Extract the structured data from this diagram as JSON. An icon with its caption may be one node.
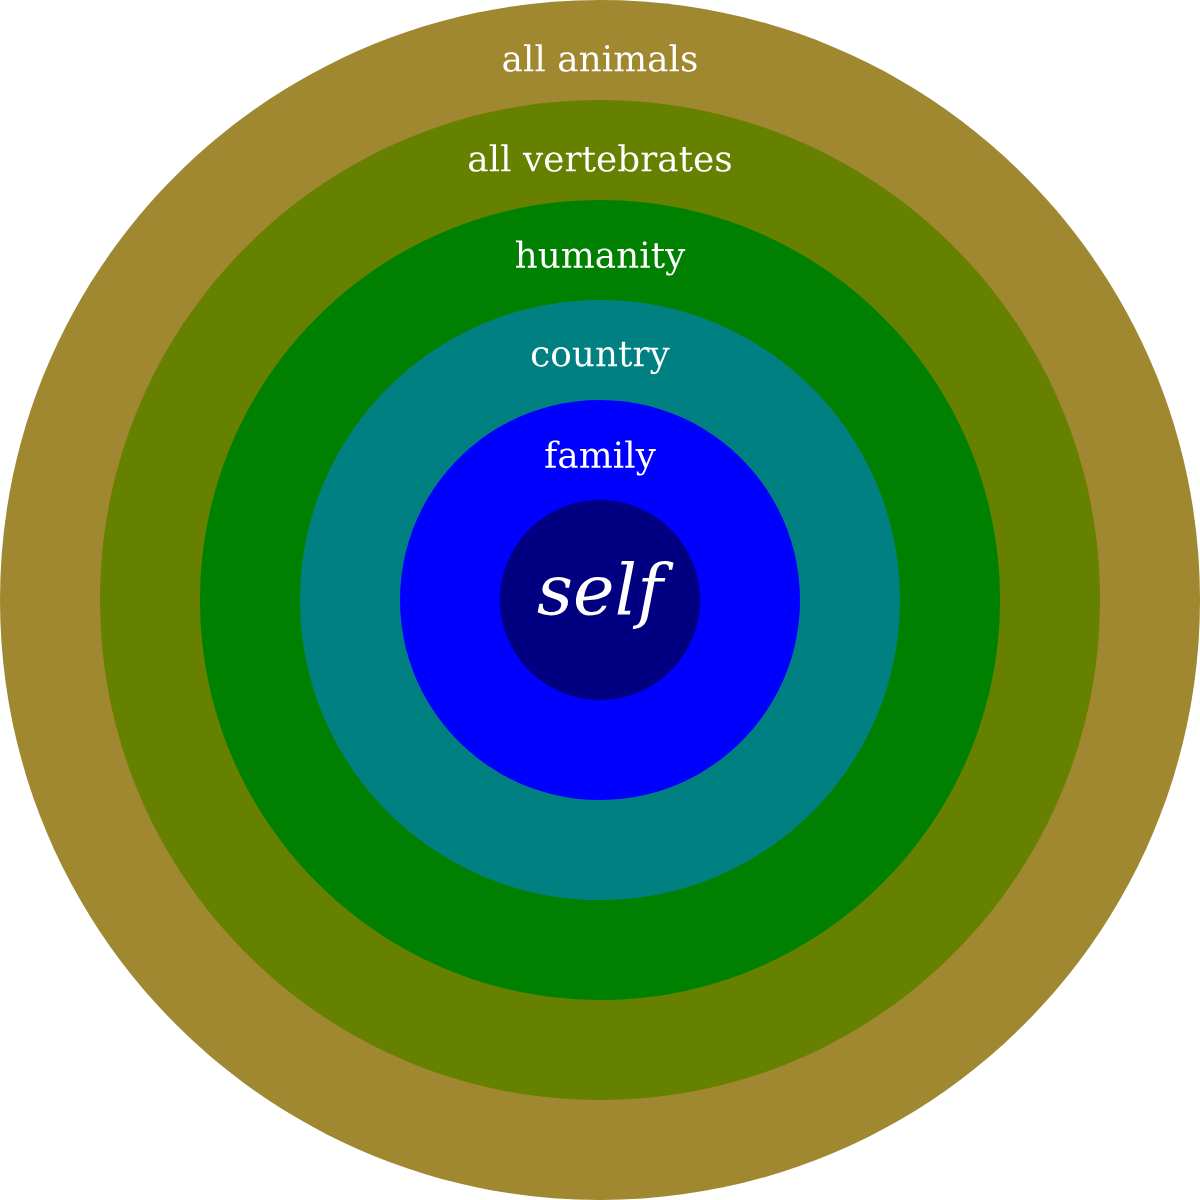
{
  "diagram": {
    "nodes": [
      {
        "text": [
          "all animals"
        ]
      },
      {
        "text": [
          "all vertebrates"
        ],
        "in": 0
      },
      {
        "text": [
          "humanity"
        ],
        "in": 1
      },
      {
        "text": [
          "country"
        ],
        "in": 2
      },
      {
        "text": [
          "family"
        ],
        "in": 3
      },
      {
        "text": [
          "self"
        ],
        "in": 4
      }
    ]
  }
}
